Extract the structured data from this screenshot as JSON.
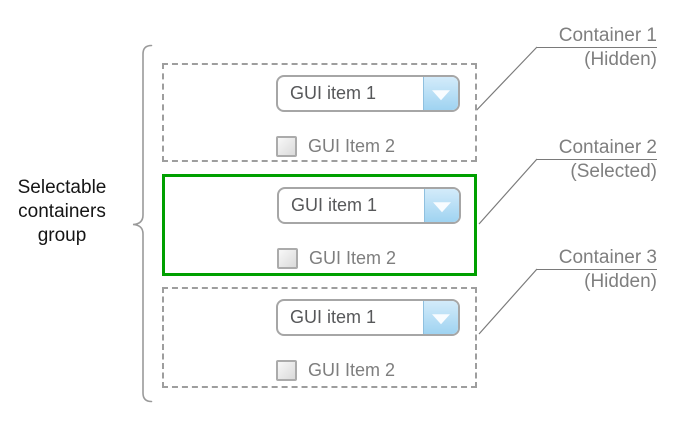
{
  "group_label": {
    "text": "Selectable containers group",
    "lines": [
      "Selectable",
      "containers",
      "group"
    ]
  },
  "containers": [
    {
      "id": "container-1",
      "state": "hidden",
      "dropdown": {
        "value": "GUI item 1",
        "icon": "chevron-down"
      },
      "checkbox": {
        "label": "GUI Item 2",
        "checked": false
      }
    },
    {
      "id": "container-2",
      "state": "selected",
      "dropdown": {
        "value": "GUI item 1",
        "icon": "chevron-down"
      },
      "checkbox": {
        "label": "GUI Item 2",
        "checked": false
      }
    },
    {
      "id": "container-3",
      "state": "hidden",
      "dropdown": {
        "value": "GUI item 1",
        "icon": "chevron-down"
      },
      "checkbox": {
        "label": "GUI Item 2",
        "checked": false
      }
    }
  ],
  "callouts": [
    {
      "title": "Container 1",
      "state": "(Hidden)"
    },
    {
      "title": "Container 2",
      "state": "(Selected)"
    },
    {
      "title": "Container 3",
      "state": "(Hidden)"
    }
  ],
  "colors": {
    "selected_border": "#00A000",
    "hidden_border": "#9E9E9E",
    "dropdown_button_blue": "#9FD3F1",
    "callout_text_gray": "#7F7F7F",
    "leader_line_gray": "#7A7A7A"
  }
}
